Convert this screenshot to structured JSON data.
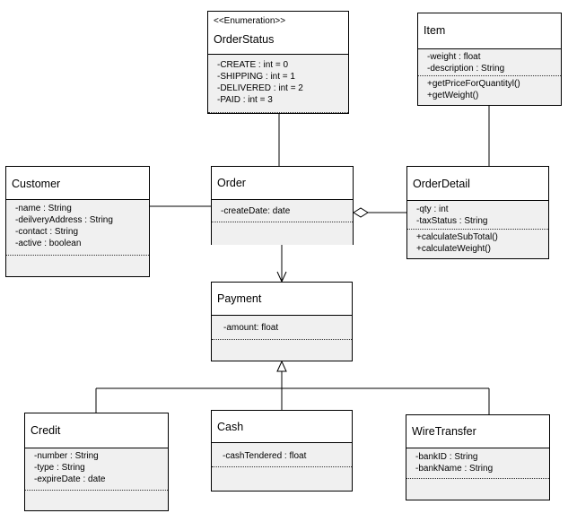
{
  "classes": {
    "orderstatus": {
      "stereotype": "<<Enumeration>>",
      "name": "OrderStatus",
      "attributes": [
        "-CREATE : int = 0",
        "-SHIPPING : int = 1",
        "-DELIVERED : int = 2",
        "-PAID : int = 3"
      ]
    },
    "item": {
      "name": "Item",
      "attributes": [
        "-weight : float",
        "-description : String"
      ],
      "operations": [
        "+getPriceForQuantityl()",
        "+getWeight()"
      ]
    },
    "customer": {
      "name": "Customer",
      "attributes": [
        "-name : String",
        "-deilveryAddress : String",
        "-contact : String",
        "-active : boolean"
      ]
    },
    "order": {
      "name": "Order",
      "attributes": [
        "-createDate: date"
      ]
    },
    "orderdetail": {
      "name": "OrderDetail",
      "attributes": [
        "-qty : int",
        "-taxStatus : String"
      ],
      "operations": [
        "+calculateSubTotal()",
        "+calculateWeight()"
      ]
    },
    "payment": {
      "name": "Payment",
      "attributes": [
        "-amount: float"
      ]
    },
    "credit": {
      "name": "Credit",
      "attributes": [
        "-number : String",
        "-type : String",
        "-expireDate : date"
      ]
    },
    "cash": {
      "name": "Cash",
      "attributes": [
        "-cashTendered : float"
      ]
    },
    "wiretransfer": {
      "name": "WireTransfer",
      "attributes": [
        "-bankID : String",
        "-bankName : String"
      ]
    }
  }
}
